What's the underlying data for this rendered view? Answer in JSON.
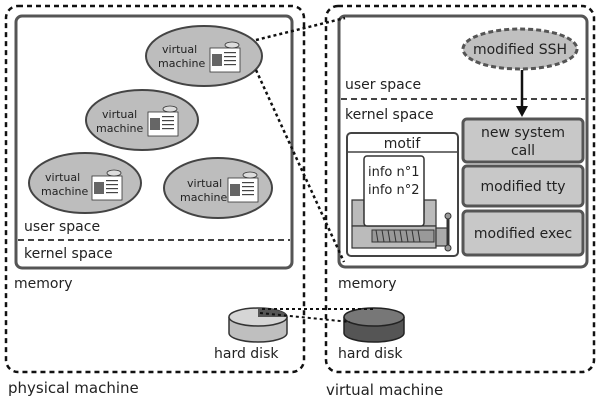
{
  "physical": {
    "machine_label": "physical machine",
    "memory_label": "memory",
    "user_space_label": "user space",
    "kernel_space_label": "kernel space",
    "vm_line1": "virtual",
    "vm_line2": "machine",
    "hard_disk_label": "hard disk"
  },
  "virtual": {
    "machine_label": "virtual machine",
    "memory_label": "memory",
    "user_space_label": "user space",
    "kernel_space_label": "kernel space",
    "ssh_label": "modified SSH",
    "syscall_line1": "new system",
    "syscall_line2": "call",
    "tty_label": "modified tty",
    "exec_label": "modified exec",
    "motif_title": "motif",
    "info1": "info n°1",
    "info2": "info n°2",
    "hard_disk_label": "hard disk"
  },
  "colors": {
    "vm_fill": "#bdbdbd",
    "box_fill": "#c8c8c8",
    "disk_light": "#bfbfbf",
    "disk_dark": "#555555",
    "stroke": "#333333"
  }
}
